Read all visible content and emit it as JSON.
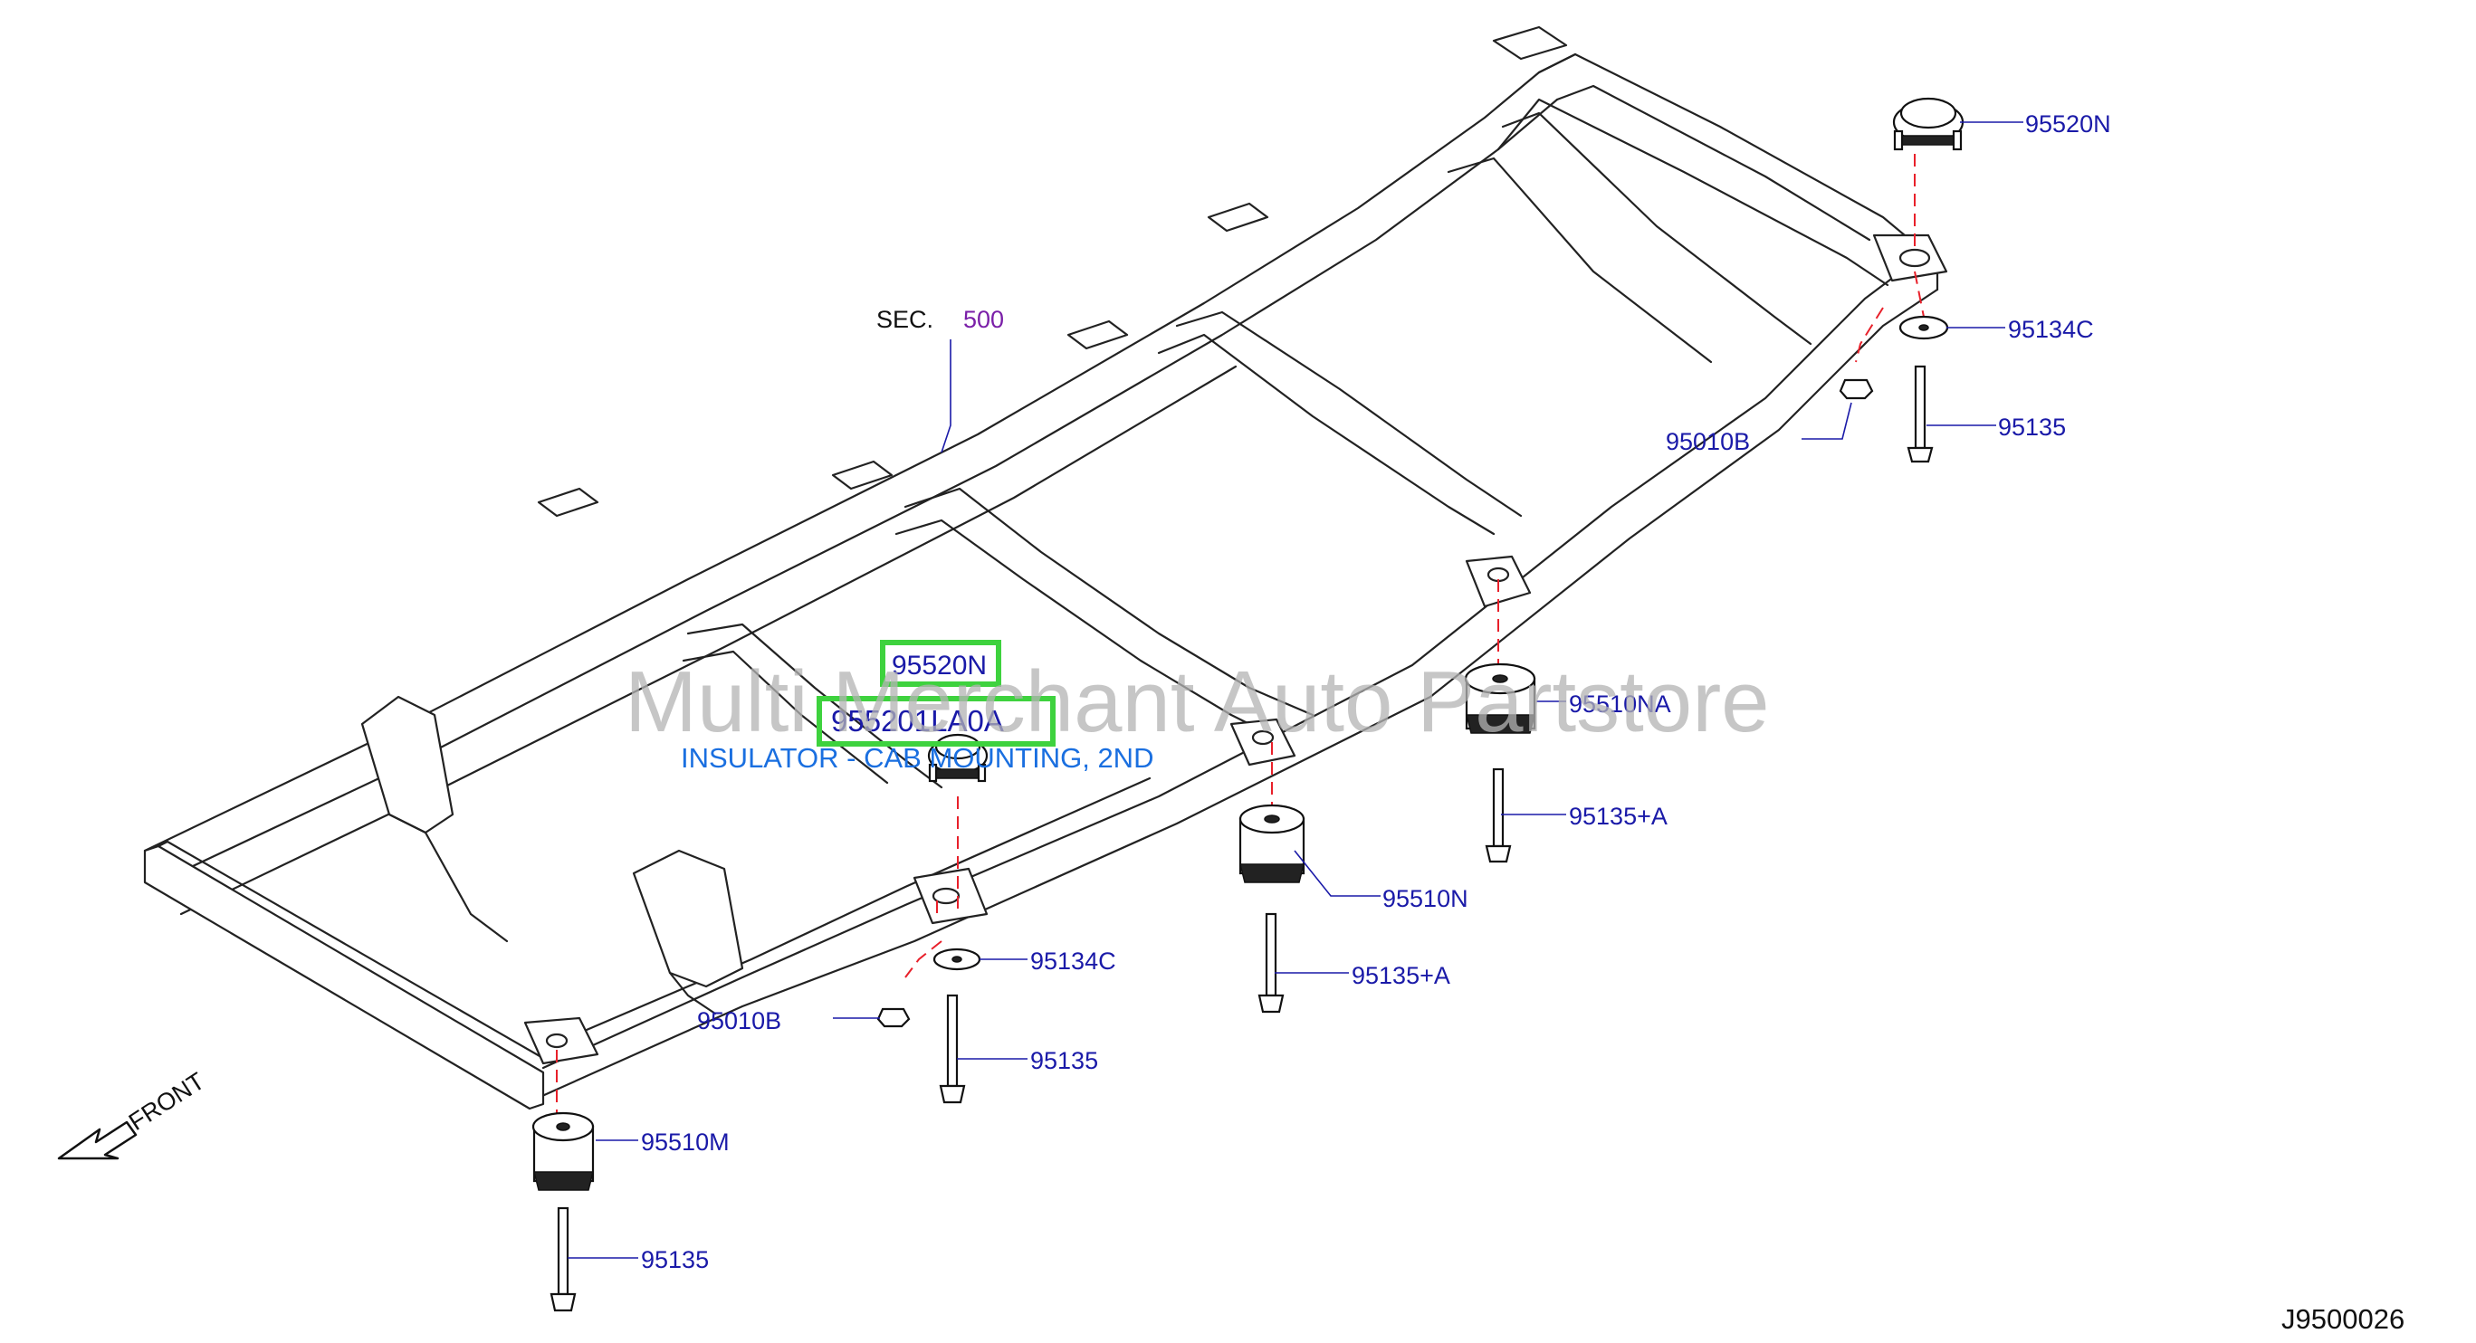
{
  "section": {
    "prefix": "SEC.",
    "number": "500"
  },
  "highlight": {
    "part_top": "95520N",
    "part_main": "955201LA0A",
    "description": "INSULATOR - CAB MOUNTING, 2ND"
  },
  "labels": {
    "rear_mount_top": "95520N",
    "rear_washer": "95134C",
    "rear_nut": "95010B",
    "rear_bolt": "95135",
    "mid_right_insulator": "95510NA",
    "mid_right_bolt": "95135+A",
    "mid_insulator": "95510N",
    "mid_bolt": "95135+A",
    "front_mid_washer": "95134C",
    "front_mid_nut": "95010B",
    "front_mid_bolt": "95135",
    "front_insulator": "95510M",
    "front_bolt": "95135"
  },
  "direction": {
    "label": "FRONT"
  },
  "watermark": "Multi Merchant Auto Partstore",
  "diagram_code": "J9500026",
  "colors": {
    "label_blue": "#1a1aa8",
    "highlight_green": "#3ed23e",
    "description_blue": "#1a6fe0",
    "dash_red": "#e8202a",
    "section_purple": "#7a1fa8"
  }
}
